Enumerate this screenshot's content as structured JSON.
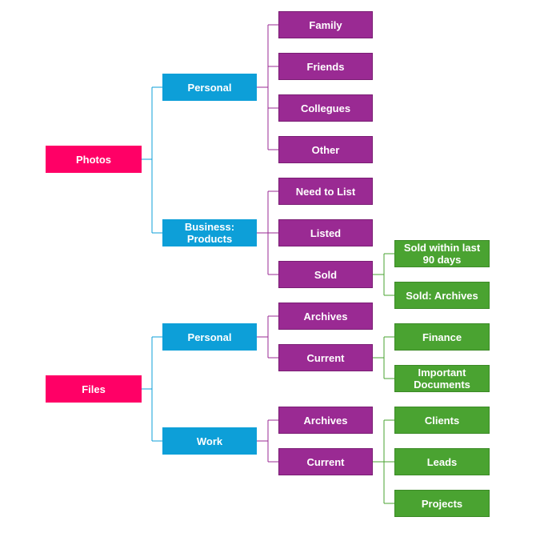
{
  "tree": {
    "photos": {
      "label": "Photos",
      "personal": {
        "label": "Personal",
        "family": "Family",
        "friends": "Friends",
        "collegues": "Collegues",
        "other": "Other"
      },
      "business": {
        "label": "Business: Products",
        "need_to_list": "Need to List",
        "listed": "Listed",
        "sold": {
          "label": "Sold",
          "sold_recent": "Sold within last 90 days",
          "sold_archives": "Sold: Archives"
        }
      }
    },
    "files": {
      "label": "Files",
      "personal": {
        "label": "Personal",
        "archives": "Archives",
        "current": {
          "label": "Current",
          "finance": "Finance",
          "important_documents": "Important Documents"
        }
      },
      "work": {
        "label": "Work",
        "archives": "Archives",
        "current": {
          "label": "Current",
          "clients": "Clients",
          "leads": "Leads",
          "projects": "Projects"
        }
      }
    }
  },
  "colors": {
    "level0": "#ff0066",
    "level1": "#0d9fd8",
    "level2": "#9a2a93",
    "level3": "#4aa331"
  }
}
